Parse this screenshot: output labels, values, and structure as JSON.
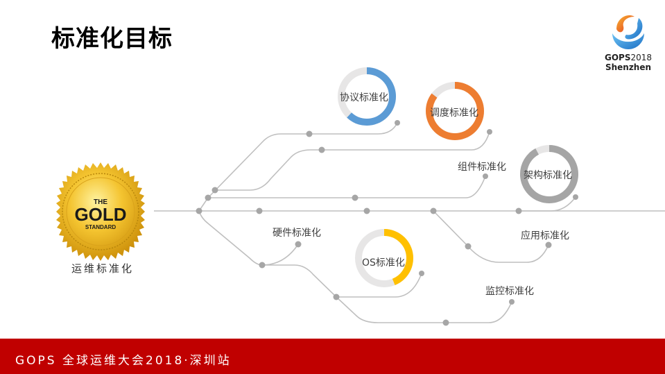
{
  "slide": {
    "title": "标准化目标",
    "footer": "GOPS 全球运维大会2018·深圳站"
  },
  "logo": {
    "name": "GOPS",
    "year": "2018",
    "city": "Shenzhen"
  },
  "root": {
    "badge_top": "THE",
    "badge_main": "GOLD",
    "badge_bottom": "STANDARD",
    "label": "运维标准化"
  },
  "nodes": [
    {
      "id": "protocol",
      "label": "协议标准化",
      "ring": true,
      "ring_color": "#5b9bd5",
      "ring_fraction": 0.62
    },
    {
      "id": "scheduling",
      "label": "调度标准化",
      "ring": true,
      "ring_color": "#ed7d31",
      "ring_fraction": 0.85
    },
    {
      "id": "component",
      "label": "组件标准化",
      "ring": false
    },
    {
      "id": "architecture",
      "label": "架构标准化",
      "ring": true,
      "ring_color": "#a5a5a5",
      "ring_fraction": 0.92
    },
    {
      "id": "hardware",
      "label": "硬件标准化",
      "ring": false
    },
    {
      "id": "os",
      "label": "OS标准化",
      "ring": true,
      "ring_color": "#ffc000",
      "ring_fraction": 0.44
    },
    {
      "id": "application",
      "label": "应用标准化",
      "ring": false
    },
    {
      "id": "monitoring",
      "label": "监控标准化",
      "ring": false
    }
  ],
  "colors": {
    "line": "#bfbfbf",
    "dot": "#a6a6a6",
    "ring_track": "#e7e6e6",
    "footer_bg": "#c00000"
  }
}
